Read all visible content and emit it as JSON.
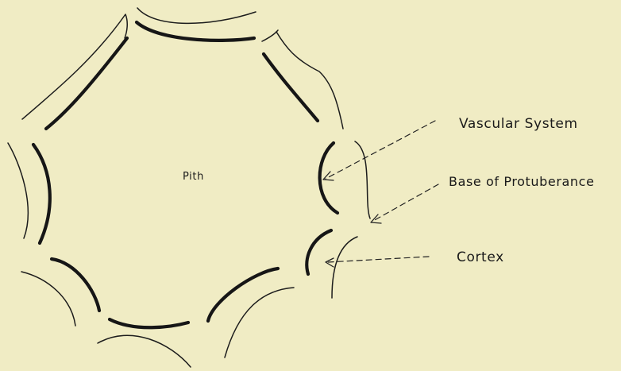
{
  "labels": {
    "pith": "Pith",
    "vascular_system": "Vascular System",
    "base_of_protuberance": "Base of Protuberance",
    "cortex": "Cortex"
  },
  "colors": {
    "background": "#f0ecc4",
    "ink": "#161616"
  }
}
